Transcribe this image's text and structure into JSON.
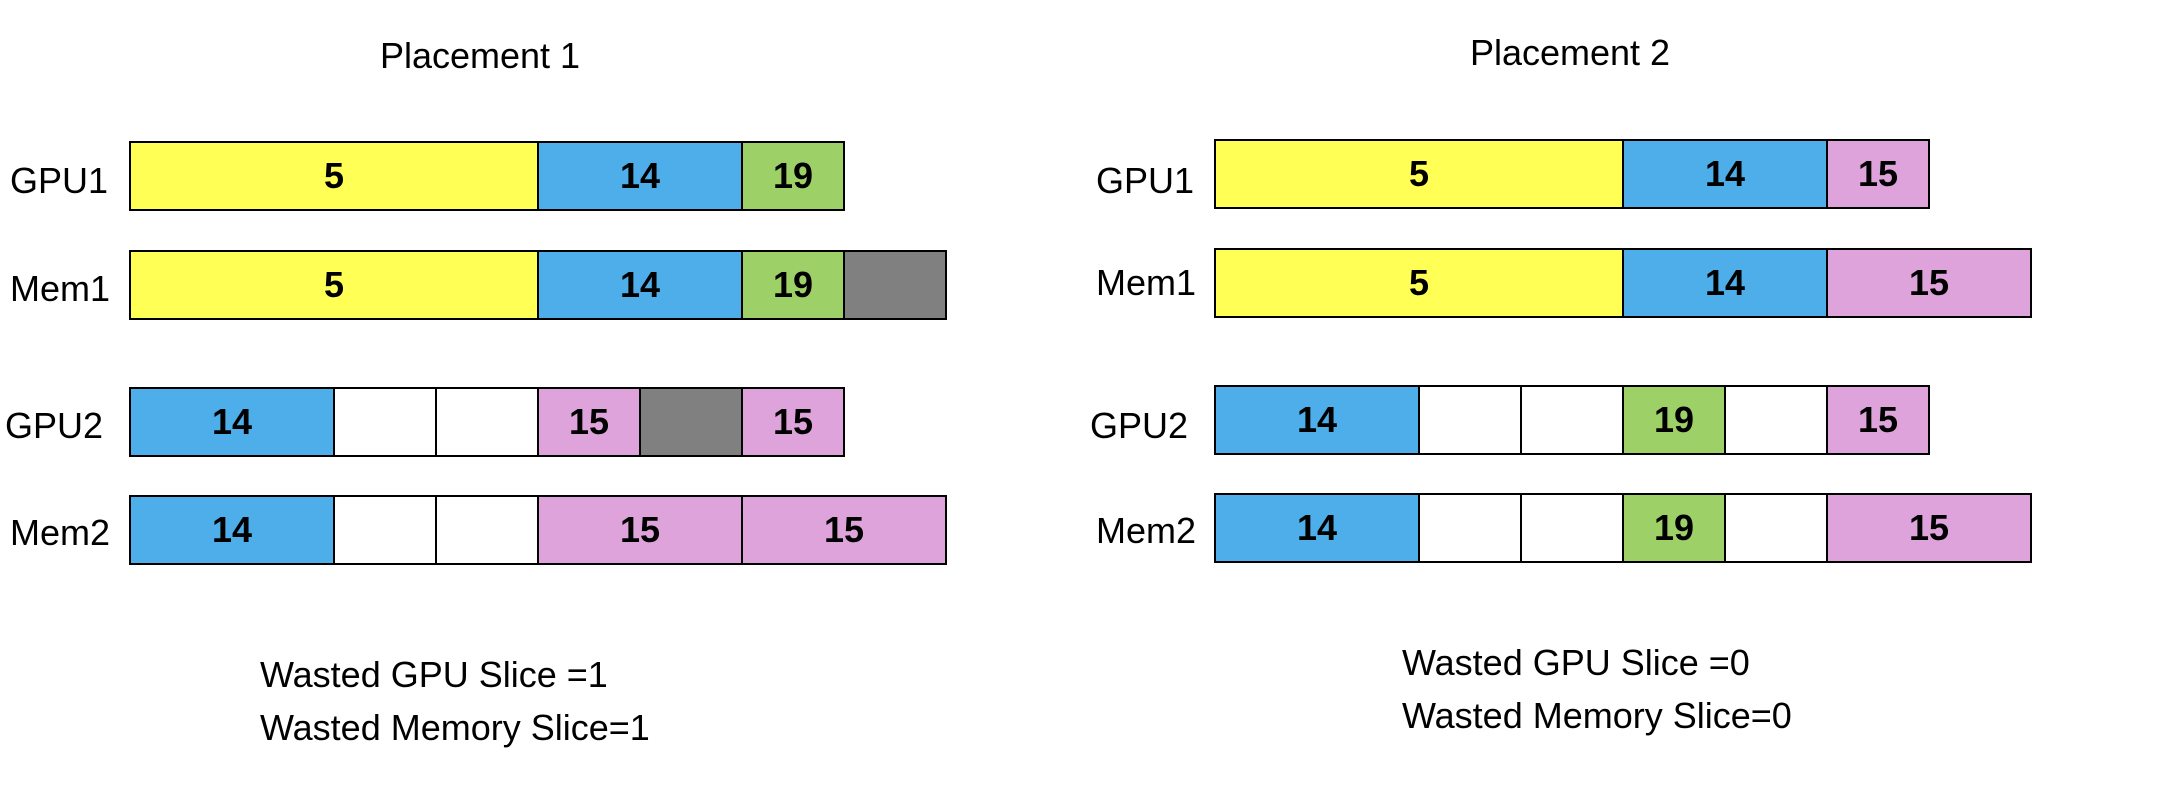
{
  "colors": {
    "yellow": "#FFFF55",
    "blue": "#4DAEEA",
    "green": "#9ED068",
    "pink": "#DDA3DA",
    "gray": "#808080",
    "empty": "#FFFFFF"
  },
  "placements": [
    {
      "title": "Placement 1",
      "rows": [
        {
          "label": "GPU1",
          "cells": [
            {
              "text": "5",
              "span": 4,
              "color": "yellow"
            },
            {
              "text": "14",
              "span": 2,
              "color": "blue"
            },
            {
              "text": "19",
              "span": 1,
              "color": "green"
            }
          ]
        },
        {
          "label": "Mem1",
          "cells": [
            {
              "text": "5",
              "span": 4,
              "color": "yellow"
            },
            {
              "text": "14",
              "span": 2,
              "color": "blue"
            },
            {
              "text": "19",
              "span": 1,
              "color": "green"
            },
            {
              "text": "",
              "span": 1,
              "color": "gray"
            }
          ]
        },
        {
          "label": "GPU2",
          "cells": [
            {
              "text": "14",
              "span": 2,
              "color": "blue"
            },
            {
              "text": "",
              "span": 1,
              "color": "empty"
            },
            {
              "text": "",
              "span": 1,
              "color": "empty"
            },
            {
              "text": "15",
              "span": 1,
              "color": "pink"
            },
            {
              "text": "",
              "span": 1,
              "color": "gray"
            },
            {
              "text": "15",
              "span": 1,
              "color": "pink"
            }
          ]
        },
        {
          "label": "Mem2",
          "cells": [
            {
              "text": "14",
              "span": 2,
              "color": "blue"
            },
            {
              "text": "",
              "span": 1,
              "color": "empty"
            },
            {
              "text": "",
              "span": 1,
              "color": "empty"
            },
            {
              "text": "15",
              "span": 2,
              "color": "pink"
            },
            {
              "text": "15",
              "span": 2,
              "color": "pink"
            }
          ]
        }
      ],
      "summary": [
        "Wasted GPU Slice =1",
        "Wasted Memory Slice=1"
      ]
    },
    {
      "title": "Placement 2",
      "rows": [
        {
          "label": "GPU1",
          "cells": [
            {
              "text": "5",
              "span": 4,
              "color": "yellow"
            },
            {
              "text": "14",
              "span": 2,
              "color": "blue"
            },
            {
              "text": "15",
              "span": 1,
              "color": "pink"
            }
          ]
        },
        {
          "label": "Mem1",
          "cells": [
            {
              "text": "5",
              "span": 4,
              "color": "yellow"
            },
            {
              "text": "14",
              "span": 2,
              "color": "blue"
            },
            {
              "text": "15",
              "span": 2,
              "color": "pink"
            }
          ]
        },
        {
          "label": "GPU2",
          "cells": [
            {
              "text": "14",
              "span": 2,
              "color": "blue"
            },
            {
              "text": "",
              "span": 1,
              "color": "empty"
            },
            {
              "text": "",
              "span": 1,
              "color": "empty"
            },
            {
              "text": "19",
              "span": 1,
              "color": "green"
            },
            {
              "text": "",
              "span": 1,
              "color": "empty"
            },
            {
              "text": "15",
              "span": 1,
              "color": "pink"
            }
          ]
        },
        {
          "label": "Mem2",
          "cells": [
            {
              "text": "14",
              "span": 2,
              "color": "blue"
            },
            {
              "text": "",
              "span": 1,
              "color": "empty"
            },
            {
              "text": "",
              "span": 1,
              "color": "empty"
            },
            {
              "text": "19",
              "span": 1,
              "color": "green"
            },
            {
              "text": "",
              "span": 1,
              "color": "empty"
            },
            {
              "text": "15",
              "span": 2,
              "color": "pink"
            }
          ]
        }
      ],
      "summary": [
        "Wasted GPU Slice =0",
        "Wasted Memory Slice=0"
      ]
    }
  ]
}
